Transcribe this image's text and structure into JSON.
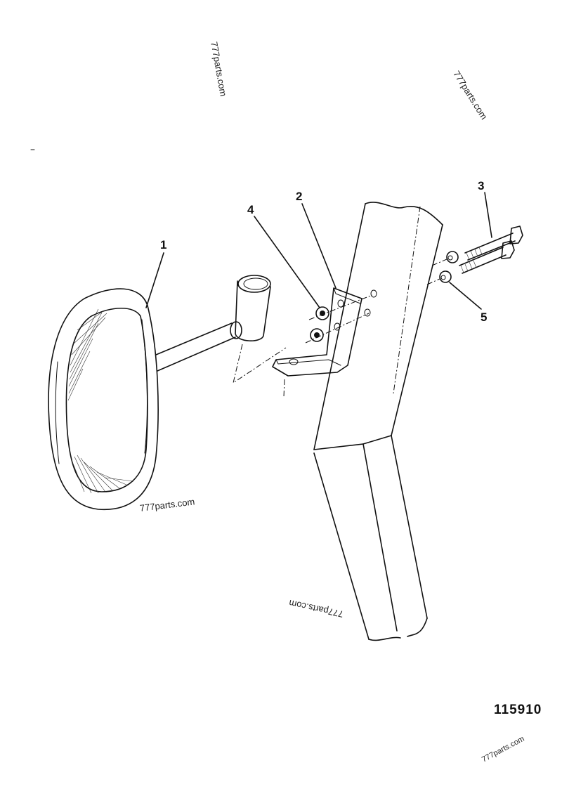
{
  "diagram": {
    "type": "exploded parts diagram",
    "subject": "Mirror assembly mounted on bracket to frame post",
    "drawing_number": "115910",
    "callouts": [
      {
        "id": "1",
        "label": "1",
        "part": "mirror"
      },
      {
        "id": "2",
        "label": "2",
        "part": "bracket"
      },
      {
        "id": "3",
        "label": "3",
        "part": "bolt"
      },
      {
        "id": "4",
        "label": "4",
        "part": "nut"
      },
      {
        "id": "5",
        "label": "5",
        "part": "washer"
      }
    ],
    "watermarks": [
      "777parts.com",
      "777parts.com",
      "777parts.com",
      "777parts.com",
      "777parts.com"
    ]
  }
}
